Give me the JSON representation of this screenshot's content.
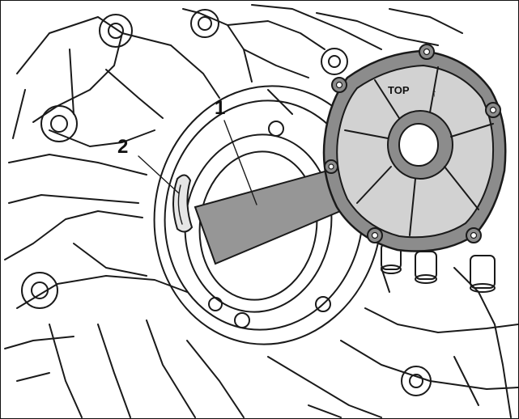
{
  "figure": {
    "callouts": [
      {
        "label": "1"
      },
      {
        "label": "2"
      }
    ],
    "cover_text": "TOP",
    "cover_arrow": "↑"
  },
  "colors": {
    "line": "#1a1a1a",
    "background": "#ffffff",
    "cover_fill": "#8c8c8c",
    "cover_face": "#d2d2d2",
    "tool_fill": "#969696",
    "seal_fill": "#e6e6e6"
  }
}
